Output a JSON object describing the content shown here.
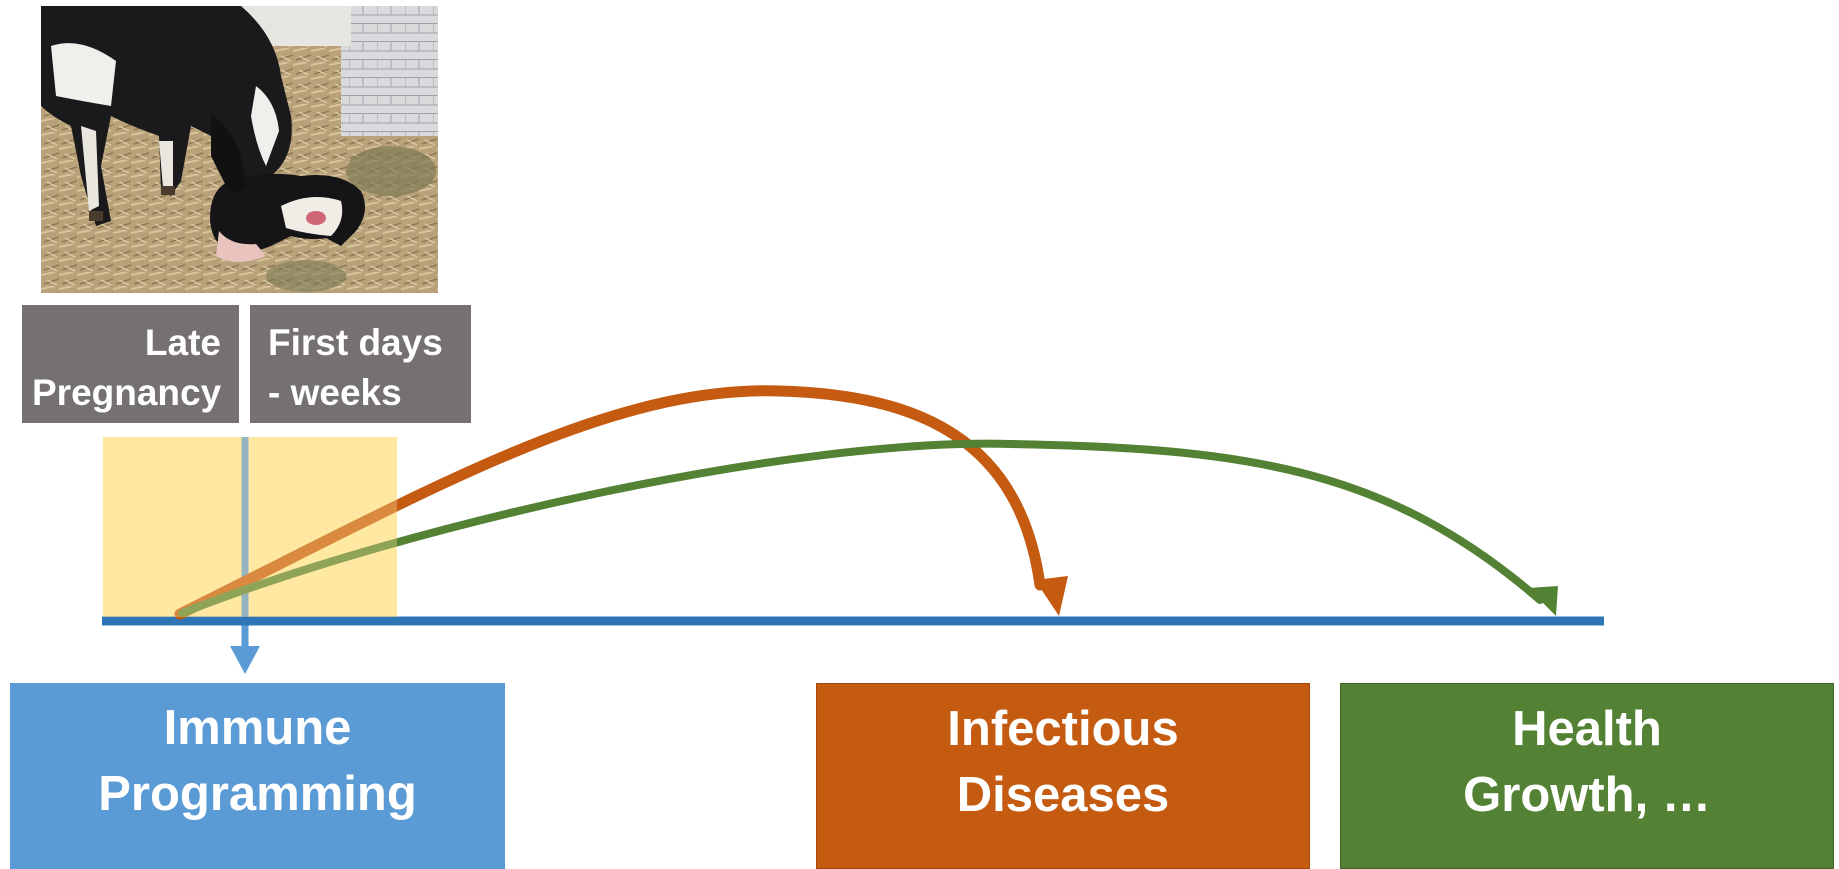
{
  "periods": {
    "late_pregnancy": {
      "line1": "Late",
      "line2": "Pregnancy"
    },
    "first_days": {
      "line1": "First days",
      "line2": "- weeks"
    }
  },
  "outcomes": {
    "immune": {
      "line1": "Immune",
      "line2": "Programming",
      "color": "#5b9bd5"
    },
    "infectious": {
      "line1": "Infectious",
      "line2": "Diseases",
      "color": "#c55a11"
    },
    "health": {
      "line1": "Health",
      "line2": "Growth, …",
      "color": "#548235"
    }
  },
  "colors": {
    "timeline": "#2e75b6",
    "window_highlight": "#ffe699",
    "orange_arrow": "#c55a11",
    "green_arrow": "#548235",
    "period_label_bg": "#767171"
  },
  "photo": {
    "subject": "cow-with-newborn-calf-photo"
  }
}
